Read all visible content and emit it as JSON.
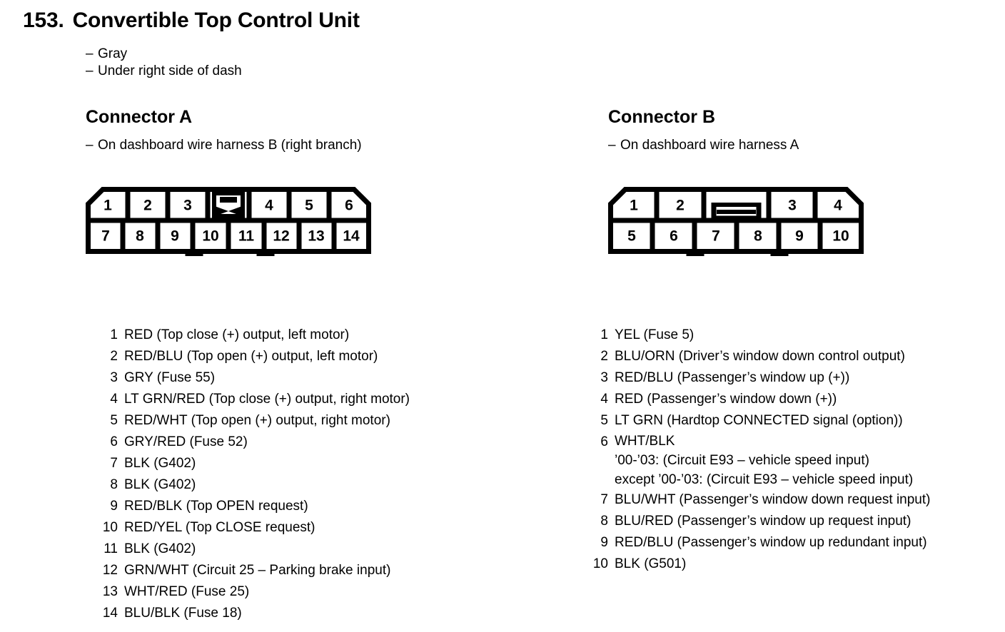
{
  "document": {
    "number": "153.",
    "title": "Convertible Top Control Unit",
    "notes": [
      "Gray",
      "Under right side of dash"
    ],
    "dash": "–"
  },
  "connector_a": {
    "title": "Connector A",
    "subtitle": "On dashboard wire harness B (right branch)",
    "diagram": {
      "top_row": [
        "1",
        "2",
        "3",
        "KEY",
        "4",
        "5",
        "6"
      ],
      "bottom_row": [
        "7",
        "8",
        "9",
        "10",
        "11",
        "12",
        "13",
        "14"
      ],
      "key_type": "bowtie-bar"
    },
    "pins": [
      {
        "num": "1",
        "text": "RED (Top close (+) output, left motor)"
      },
      {
        "num": "2",
        "text": "RED/BLU (Top open (+) output, left motor)"
      },
      {
        "num": "3",
        "text": "GRY (Fuse 55)"
      },
      {
        "num": "4",
        "text": "LT GRN/RED (Top close (+) output, right motor)"
      },
      {
        "num": "5",
        "text": "RED/WHT (Top open (+) output, right motor)"
      },
      {
        "num": "6",
        "text": "GRY/RED (Fuse 52)"
      },
      {
        "num": "7",
        "text": "BLK (G402)"
      },
      {
        "num": "8",
        "text": "BLK (G402)"
      },
      {
        "num": "9",
        "text": "RED/BLK (Top OPEN request)"
      },
      {
        "num": "10",
        "text": "RED/YEL (Top CLOSE request)"
      },
      {
        "num": "11",
        "text": "BLK (G402)"
      },
      {
        "num": "12",
        "text": "GRN/WHT (Circuit 25 – Parking brake input)"
      },
      {
        "num": "13",
        "text": "WHT/RED (Fuse 25)"
      },
      {
        "num": "14",
        "text": "BLU/BLK (Fuse 18)"
      }
    ]
  },
  "connector_b": {
    "title": "Connector B",
    "subtitle": "On dashboard wire harness A",
    "diagram": {
      "top_row": [
        "1",
        "2",
        "KEY",
        "3",
        "4"
      ],
      "bottom_row": [
        "5",
        "6",
        "7",
        "8",
        "9",
        "10"
      ],
      "key_type": "double-bar"
    },
    "pins": [
      {
        "num": "1",
        "text": "YEL (Fuse 5)"
      },
      {
        "num": "2",
        "text": "BLU/ORN (Driver’s window down control output)"
      },
      {
        "num": "3",
        "text": "RED/BLU (Passenger’s window up (+))"
      },
      {
        "num": "4",
        "text": "RED (Passenger’s window down (+))"
      },
      {
        "num": "5",
        "text": "LT GRN (Hardtop CONNECTED signal (option))"
      },
      {
        "num": "6",
        "text": "WHT/BLK",
        "sublines": [
          "’00-’03: (Circuit E93 – vehicle speed input)",
          "except ’00-’03: (Circuit E93 – vehicle speed input)"
        ]
      },
      {
        "num": "7",
        "text": "BLU/WHT (Passenger’s window down request input)"
      },
      {
        "num": "8",
        "text": "BLU/RED (Passenger’s window up request input)"
      },
      {
        "num": "9",
        "text": "RED/BLU (Passenger’s window up redundant input)"
      },
      {
        "num": "10",
        "text": "BLK (G501)"
      }
    ]
  },
  "colors": {
    "ink": "#000000",
    "paper": "#ffffff"
  }
}
